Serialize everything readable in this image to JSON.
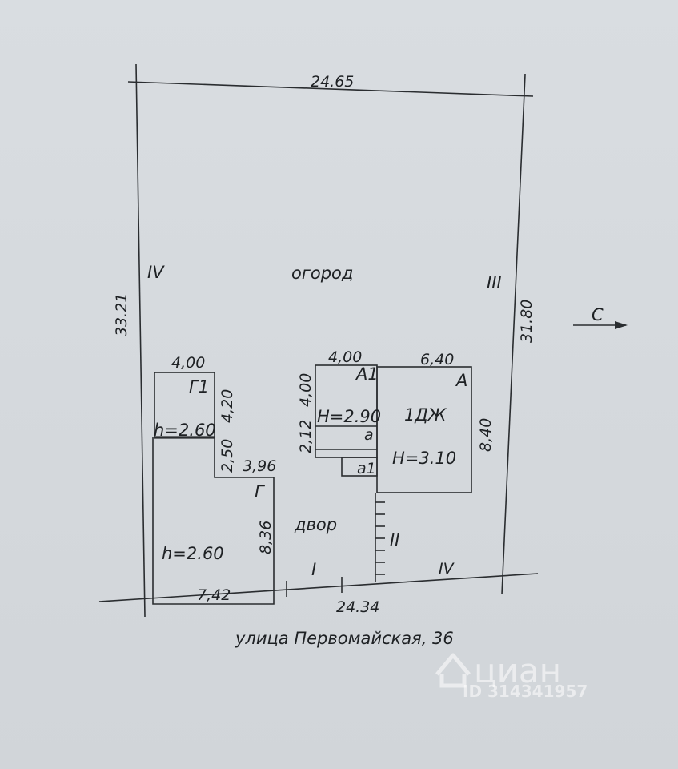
{
  "plot": {
    "top_length": "24.65",
    "bottom_length": "24.34",
    "left_length": "33.21",
    "right_length": "31.80",
    "neighbor_left": "IV",
    "neighbor_right": "III",
    "neighbor_bottom_right": "IV",
    "garden_label": "огород",
    "yard_label": "двор",
    "gate_label": "I",
    "fence_label": "II",
    "north_arrow_label": "С"
  },
  "buildings": {
    "g1": {
      "label": "Г1",
      "width": "4,00",
      "depth": "4,20",
      "height": "h=2.60"
    },
    "g": {
      "label": "Г",
      "top": "3,96",
      "side": "8,36",
      "bottom": "7,42",
      "step": "2,50",
      "height": "h=2.60"
    },
    "a1": {
      "label": "А1",
      "width": "4,00",
      "depth": "4,00",
      "height": "H=2.90",
      "side_a": "2,12",
      "sub_a": "a",
      "sub_a1": "a1"
    },
    "a": {
      "label": "А",
      "width": "6,40",
      "depth": "8,40",
      "height": "H=3.10",
      "use": "1ДЖ"
    }
  },
  "address": "улица Первомайская, 36",
  "watermark": {
    "brand": "циан",
    "id": "ID 314341957"
  }
}
